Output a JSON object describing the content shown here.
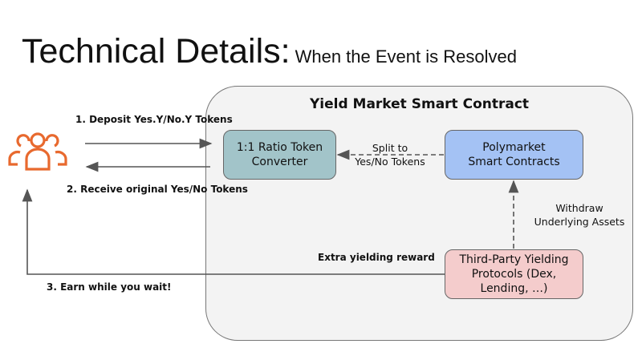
{
  "title": {
    "main": "Technical Details:",
    "sub": "When the Event is Resolved"
  },
  "container": {
    "title": "Yield Market Smart Contract"
  },
  "boxes": {
    "converter": "1:1 Ratio Token\nConverter",
    "polymarket": "Polymarket\nSmart Contracts",
    "third_party": "Third-Party Yielding\nProtocols (Dex,\nLending, …)"
  },
  "labels": {
    "deposit": "1. Deposit Yes.Y/No.Y Tokens",
    "receive": "2. Receive original Yes/No Tokens",
    "earn": "3. Earn while you wait!",
    "split": "Split to\nYes/No Tokens",
    "withdraw": "Withdraw\nUnderlying Assets",
    "extra": "Extra yielding reward"
  },
  "colors": {
    "users": "#e8692e",
    "converter": "#a2c4c9",
    "polymarket": "#a4c2f4",
    "third_party": "#f4cccc"
  },
  "icons": {
    "users": "users-group-icon"
  }
}
